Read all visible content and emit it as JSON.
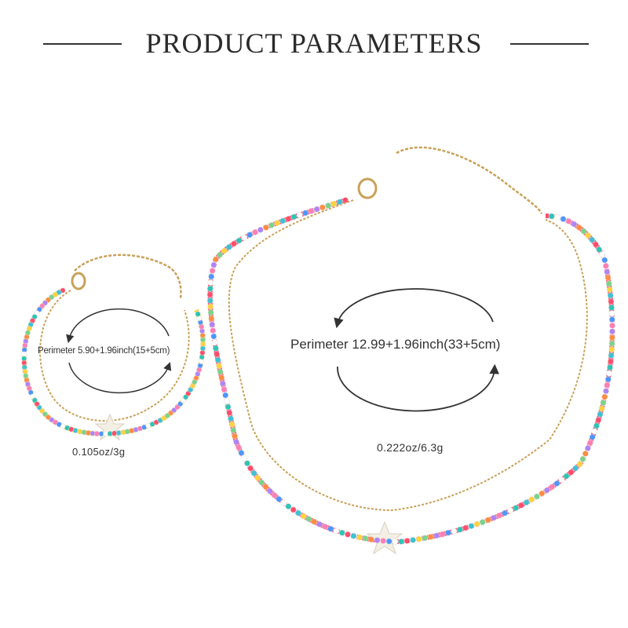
{
  "header": {
    "title": "PRODUCT PARAMETERS"
  },
  "bracelet": {
    "perimeter": "Perimeter 5.90+1.96inch(15+5cm)",
    "weight": "0.105oz/3g"
  },
  "necklace": {
    "perimeter": "Perimeter 12.99+1.96inch(33+5cm)",
    "weight": "0.222oz/6.3g"
  },
  "colors": {
    "chain": "#c9a15a",
    "beads": [
      "#ff4d6d",
      "#3ec1d3",
      "#ffd23f",
      "#7bd389",
      "#ff8c42",
      "#b084f5",
      "#ff7eb6",
      "#4d96ff",
      "#ffffff",
      "#2ec4b6"
    ],
    "text": "#333333"
  }
}
